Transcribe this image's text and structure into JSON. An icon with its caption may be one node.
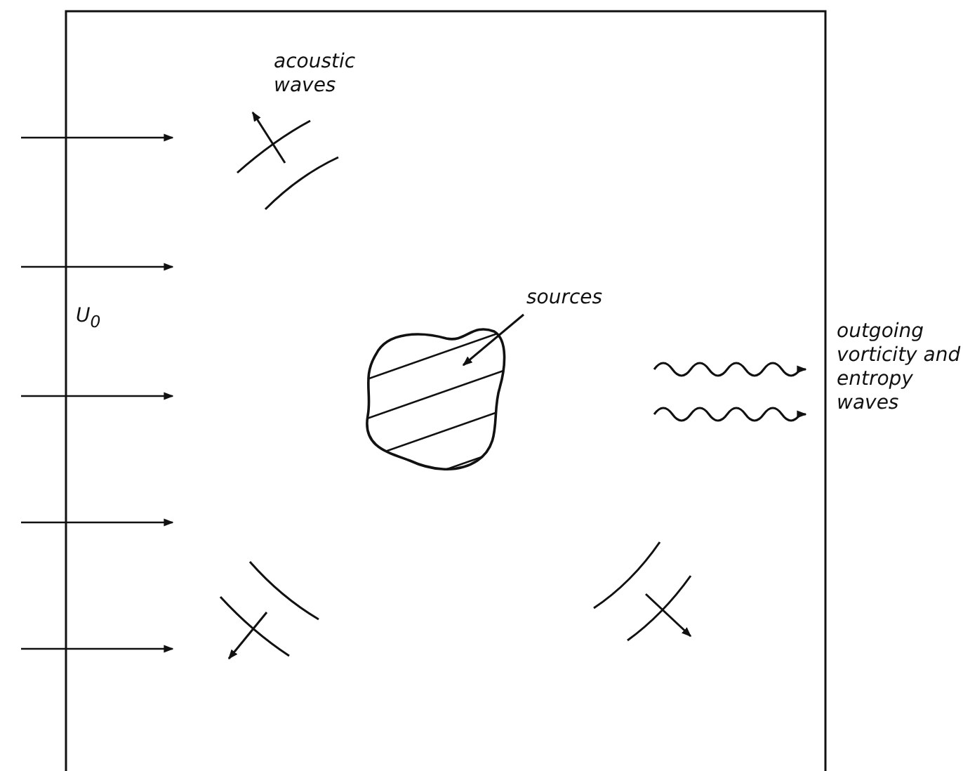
{
  "diagram": {
    "nodes": [
      {
        "text": [
          "sources"
        ]
      },
      {
        "text": [],
        "shape": "cloud"
      }
    ],
    "edges": [
      {
        "from": 0,
        "to": 1,
        "arrow": "to"
      }
    ],
    "labels": [
      "acoustic waves",
      "U$_{0}$",
      "outgoing vorticity and entropy waves"
    ]
  }
}
